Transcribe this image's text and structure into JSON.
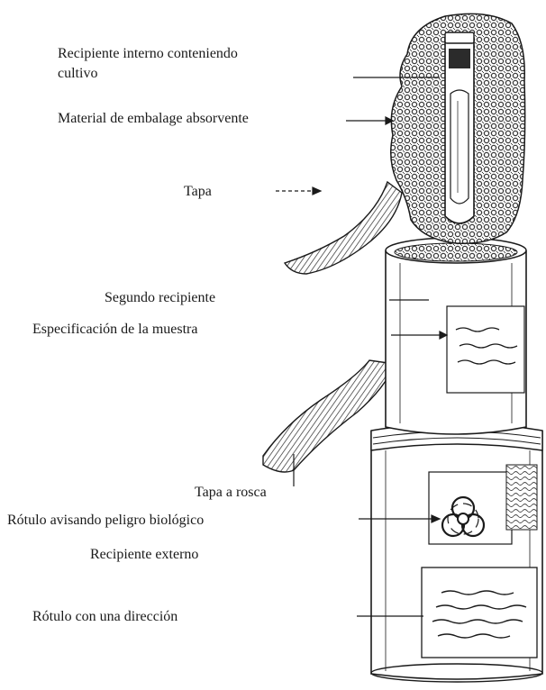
{
  "labels": {
    "inner_container": "Recipiente interno conteniendo cultivo",
    "inner_container_line1": "Recipiente interno conteniendo",
    "inner_container_line2": "cultivo",
    "absorbent_material": "Material de embalage absorvente",
    "lid": "Tapa",
    "second_container": "Segundo recipiente",
    "sample_specification": "Especificación de la muestra",
    "screw_cap": "Tapa a rosca",
    "biohazard_label": "Rótulo avisando peligro biológico",
    "outer_container": "Recipiente externo",
    "address_label": "Rótulo con una dirección"
  },
  "colors": {
    "ink": "#1a1a1a",
    "paper": "#ffffff",
    "texture": "#3a3a3a"
  },
  "icons": {
    "biohazard": "biohazard-icon"
  }
}
